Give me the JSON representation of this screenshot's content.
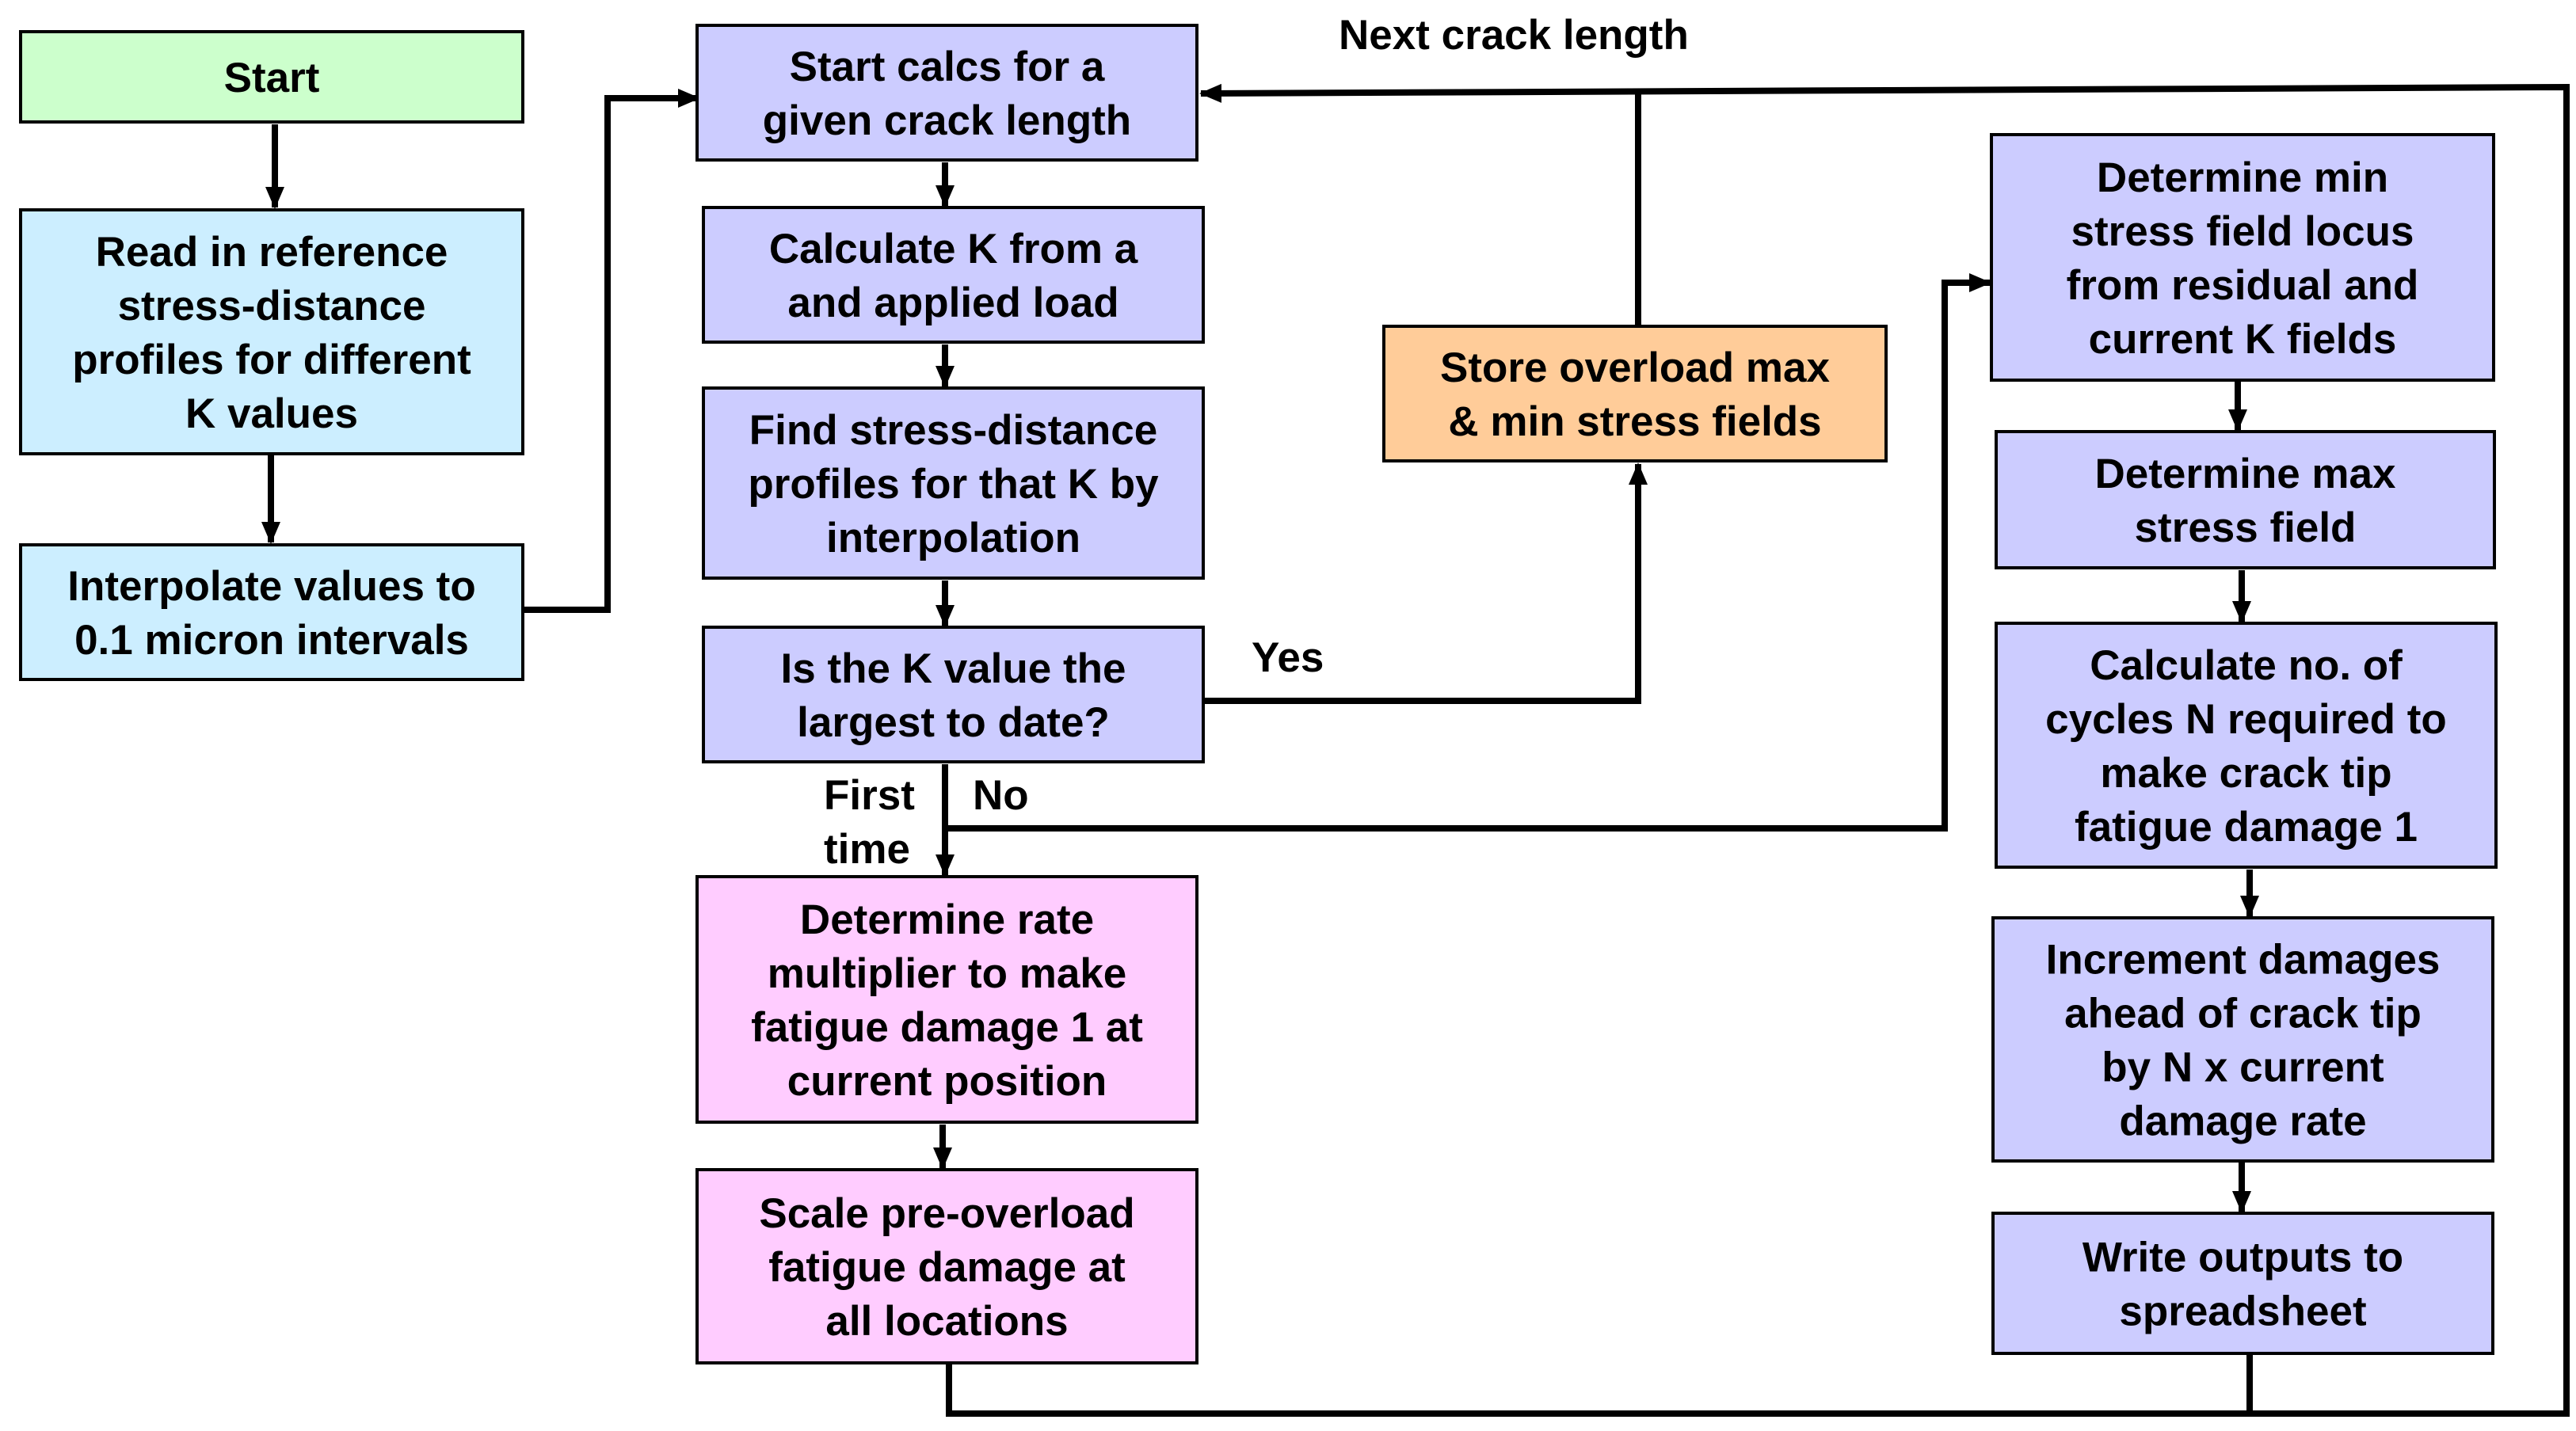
{
  "colors": {
    "start": "#ccffcc",
    "input": "#cceeff",
    "process": "#ccccff",
    "store": "#ffcc99",
    "damage": "#ffccff"
  },
  "nodes": {
    "start": {
      "lines": [
        "Start"
      ]
    },
    "read_profiles": {
      "lines": [
        "Read in reference",
        "stress-distance",
        "profiles for different",
        "K values"
      ]
    },
    "interpolate": {
      "lines": [
        "Interpolate values to",
        "0.1 micron intervals"
      ]
    },
    "start_calcs": {
      "lines": [
        "Start calcs for a",
        "given crack length"
      ]
    },
    "calc_k": {
      "lines": [
        "Calculate K from a",
        "and applied load"
      ]
    },
    "find_profiles": {
      "lines": [
        "Find stress-distance",
        "profiles for that K by",
        "interpolation"
      ]
    },
    "is_largest": {
      "lines": [
        "Is the K value the",
        "largest to date?"
      ]
    },
    "rate_multiplier": {
      "lines": [
        "Determine rate",
        "multiplier to make",
        "fatigue damage 1 at",
        "current position"
      ]
    },
    "scale_damage": {
      "lines": [
        "Scale pre-overload",
        "fatigue damage at",
        "all locations"
      ]
    },
    "store_overload": {
      "lines": [
        "Store overload max",
        "& min stress fields"
      ]
    },
    "min_locus": {
      "lines": [
        "Determine min",
        "stress field locus",
        "from residual and",
        "current K fields"
      ]
    },
    "max_field": {
      "lines": [
        "Determine max",
        "stress field"
      ]
    },
    "calc_cycles": {
      "lines": [
        "Calculate no. of",
        "cycles N required to",
        "make crack tip",
        "fatigue damage 1"
      ]
    },
    "increment": {
      "lines": [
        "Increment damages",
        "ahead of crack tip",
        "by N x current",
        "damage rate"
      ]
    },
    "write_outputs": {
      "lines": [
        "Write outputs to",
        "spreadsheet"
      ]
    }
  },
  "labels": {
    "next_crack": "Next crack length",
    "yes": "Yes",
    "first": "First",
    "time": "time",
    "no": "No"
  }
}
